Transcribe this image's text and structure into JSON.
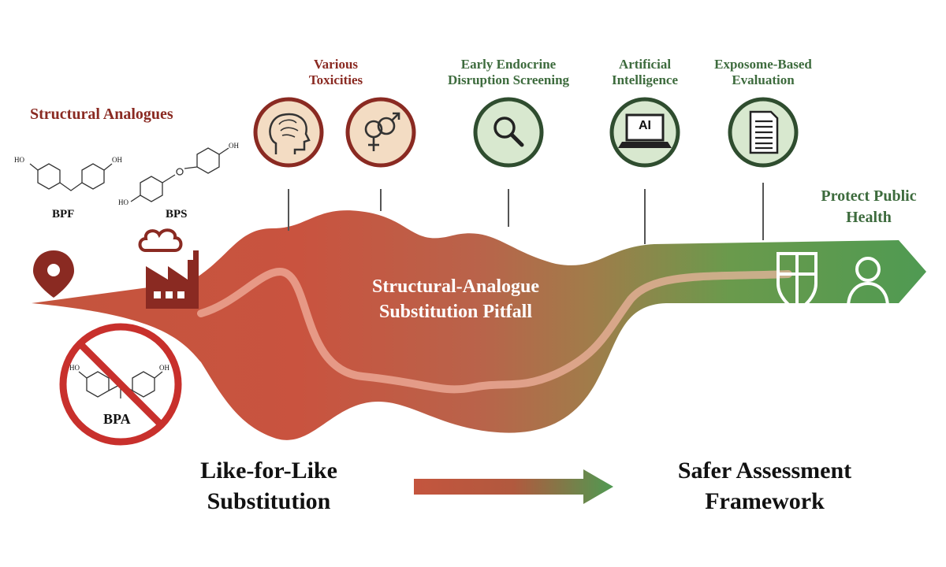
{
  "labels": {
    "structural_analogues": "Structural Analogues",
    "bpf": "BPF",
    "bps": "BPS",
    "bpa": "BPA",
    "various_toxicities_1": "Various",
    "various_toxicities_2": "Toxicities",
    "early_screen_1": "Early Endocrine",
    "early_screen_2": "Disruption Screening",
    "ai_1": "Artificial",
    "ai_2": "Intelligence",
    "exposome_1": "Exposome-Based",
    "exposome_2": "Evaluation",
    "protect_1": "Protect Public",
    "protect_2": "Health",
    "pitfall_1": "Structural-Analogue",
    "pitfall_2": "Substitution Pitfall",
    "like_1": "Like-for-Like",
    "like_2": "Substitution",
    "safer_1": "Safer Assessment",
    "safer_2": "Framework",
    "ai_badge": "AI",
    "ho": "HO",
    "oh": "OH"
  },
  "colors": {
    "red": "#c4553e",
    "dark_red": "#8a2a22",
    "orange_red": "#d0573f",
    "mid": "#a27b4a",
    "green": "#4f9a52",
    "light_green": "#d8e8cf",
    "beige": "#f3dcc3",
    "stroke_green": "#2f4d2f",
    "prohibit": "#c8302c"
  },
  "icons": [
    "location-pin-icon",
    "factory-icon",
    "brain-head-icon",
    "gender-icon",
    "magnifier-icon",
    "laptop-ai-icon",
    "document-icon",
    "shield-icon",
    "person-icon",
    "prohibited-icon"
  ]
}
